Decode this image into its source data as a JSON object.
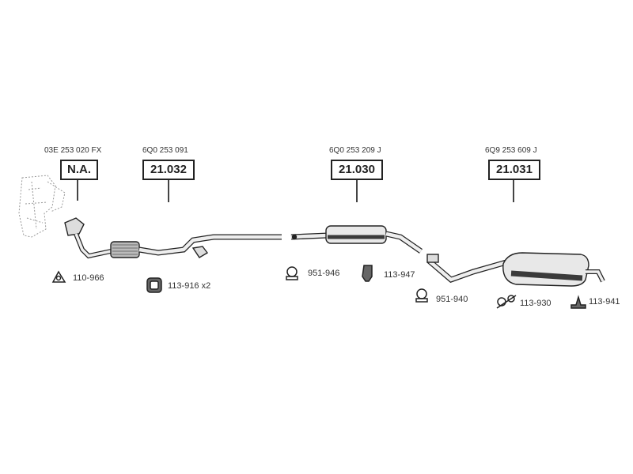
{
  "sections": [
    {
      "oem": "03E 253 020 FX",
      "part": "N.A."
    },
    {
      "oem": "6Q0 253 091",
      "part": "21.032"
    },
    {
      "oem": "6Q0 253 209 J",
      "part": "21.030"
    },
    {
      "oem": "6Q9 253 609 J",
      "part": "21.031"
    }
  ],
  "accessories": [
    {
      "code": "110-966",
      "icon": "gasket-icon"
    },
    {
      "code": "113-916 x2",
      "icon": "rubber-mount-icon"
    },
    {
      "code": "951-946",
      "icon": "clamp-icon"
    },
    {
      "code": "113-947",
      "icon": "hanger-icon"
    },
    {
      "code": "951-940",
      "icon": "clamp-icon"
    },
    {
      "code": "113-930",
      "icon": "hanger-ring-icon"
    },
    {
      "code": "113-941",
      "icon": "bracket-icon"
    }
  ],
  "colors": {
    "line": "#222222",
    "pipe_fill": "#e6e6e6",
    "shade": "#3a3a3a"
  }
}
